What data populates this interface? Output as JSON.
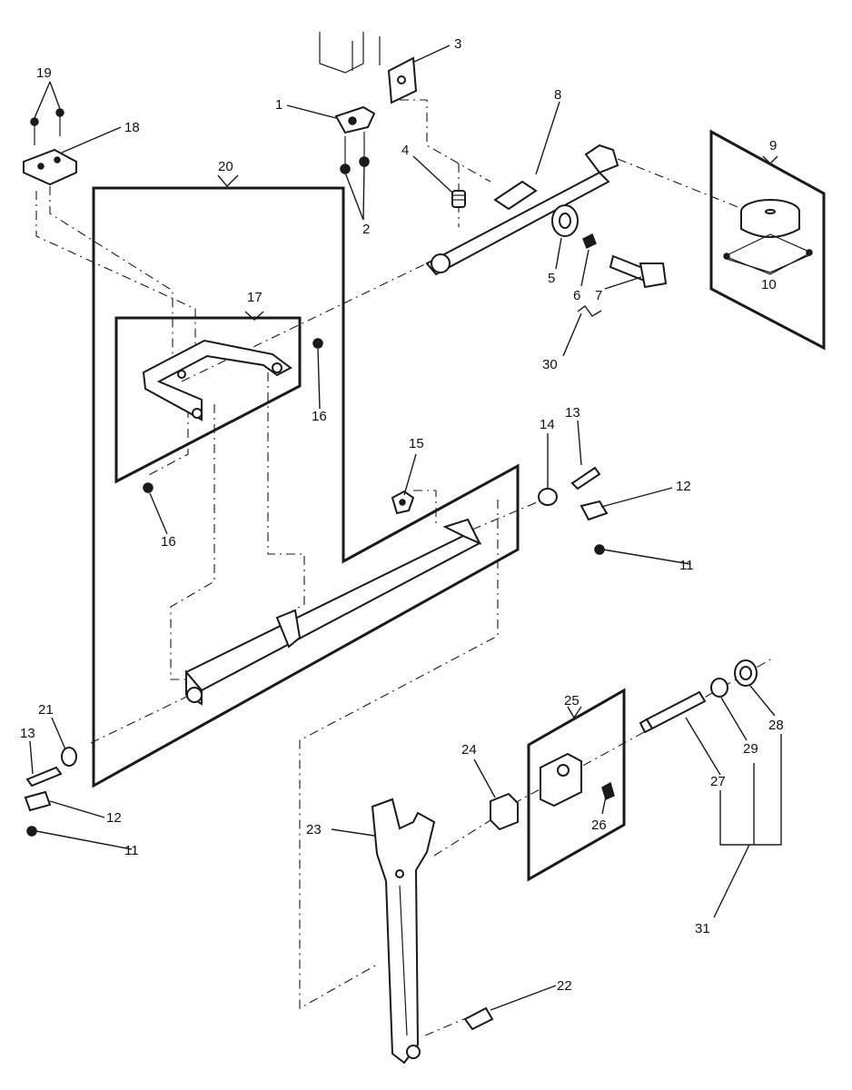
{
  "diagram": {
    "callouts": [
      {
        "id": "c1",
        "text": "1"
      },
      {
        "id": "c2",
        "text": "2"
      },
      {
        "id": "c3",
        "text": "3"
      },
      {
        "id": "c4",
        "text": "4"
      },
      {
        "id": "c5",
        "text": "5"
      },
      {
        "id": "c6",
        "text": "6"
      },
      {
        "id": "c7",
        "text": "7"
      },
      {
        "id": "c8",
        "text": "8"
      },
      {
        "id": "c9",
        "text": "9"
      },
      {
        "id": "c10",
        "text": "10"
      },
      {
        "id": "c11a",
        "text": "11"
      },
      {
        "id": "c11b",
        "text": "11"
      },
      {
        "id": "c12a",
        "text": "12"
      },
      {
        "id": "c12b",
        "text": "12"
      },
      {
        "id": "c13a",
        "text": "13"
      },
      {
        "id": "c13b",
        "text": "13"
      },
      {
        "id": "c14",
        "text": "14"
      },
      {
        "id": "c15",
        "text": "15"
      },
      {
        "id": "c16a",
        "text": "16"
      },
      {
        "id": "c16b",
        "text": "16"
      },
      {
        "id": "c17",
        "text": "17"
      },
      {
        "id": "c18",
        "text": "18"
      },
      {
        "id": "c19",
        "text": "19"
      },
      {
        "id": "c20",
        "text": "20"
      },
      {
        "id": "c21",
        "text": "21"
      },
      {
        "id": "c22",
        "text": "22"
      },
      {
        "id": "c23",
        "text": "23"
      },
      {
        "id": "c24",
        "text": "24"
      },
      {
        "id": "c25",
        "text": "25"
      },
      {
        "id": "c26",
        "text": "26"
      },
      {
        "id": "c27",
        "text": "27"
      },
      {
        "id": "c28",
        "text": "28"
      },
      {
        "id": "c29",
        "text": "29"
      },
      {
        "id": "c30",
        "text": "30"
      },
      {
        "id": "c31",
        "text": "31"
      }
    ]
  }
}
